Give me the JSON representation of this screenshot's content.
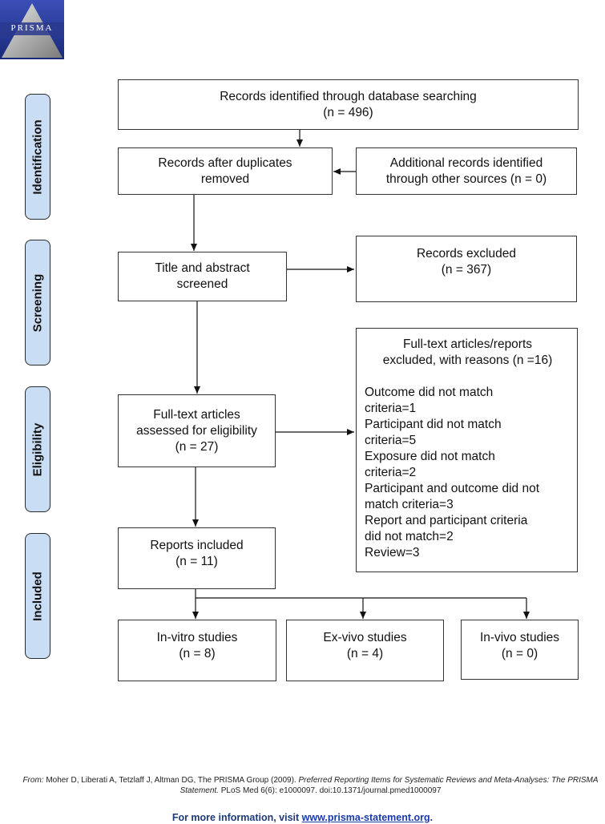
{
  "logo": {
    "text": "PRISMA"
  },
  "phases": {
    "identification": "Identification",
    "screening": "Screening",
    "eligibility": "Eligibility",
    "included": "Included"
  },
  "boxes": {
    "db_search": {
      "line1": "Records identified through database searching",
      "line2": "(n = 496)"
    },
    "other_sources": {
      "line1": "Additional records identified",
      "line2": "through other sources (n = 0)"
    },
    "after_duplicates": {
      "line1": "Records after duplicates",
      "line2": "removed"
    },
    "title_abstract": {
      "line1": "Title and abstract",
      "line2": "screened"
    },
    "records_excluded": {
      "line1": "Records excluded",
      "line2": "(n = 367)"
    },
    "fulltext_assessed": {
      "line1": "Full-text articles",
      "line2": "assessed for eligibility",
      "line3": "(n = 27)"
    },
    "fulltext_excluded": {
      "line1": "Full-text articles/reports",
      "line2": "excluded, with reasons (n =16)",
      "reasons": [
        "Outcome did not match",
        "criteria=1",
        "Participant did not match",
        "criteria=5",
        "Exposure did not match",
        "criteria=2",
        "Participant and outcome did not",
        "match criteria=3",
        "Report and participant criteria",
        "did not match=2",
        "Review=3"
      ]
    },
    "reports_included": {
      "line1": "Reports included",
      "line2": "(n = 11)"
    },
    "in_vitro": {
      "line1": "In-vitro studies",
      "line2": "(n = 8)"
    },
    "ex_vivo": {
      "line1": "Ex-vivo studies",
      "line2": "(n = 4)"
    },
    "in_vivo": {
      "line1": "In-vivo studies",
      "line2": "(n = 0)"
    }
  },
  "footer": {
    "from_label": "From:",
    "citation_part1": "Moher D, Liberati A, Tetzlaff J, Altman DG, The PRISMA Group (2009).",
    "citation_title": "Preferred Reporting Items for Systematic Reviews and Meta-Analyses: The PRISMA Statement.",
    "citation_part2": "PLoS Med 6(6): e1000097. doi:10.1371/journal.pmed1000097",
    "more_info_prefix": "For more information, visit",
    "more_info_link": "www.prisma-statement.org",
    "more_info_suffix": "."
  }
}
